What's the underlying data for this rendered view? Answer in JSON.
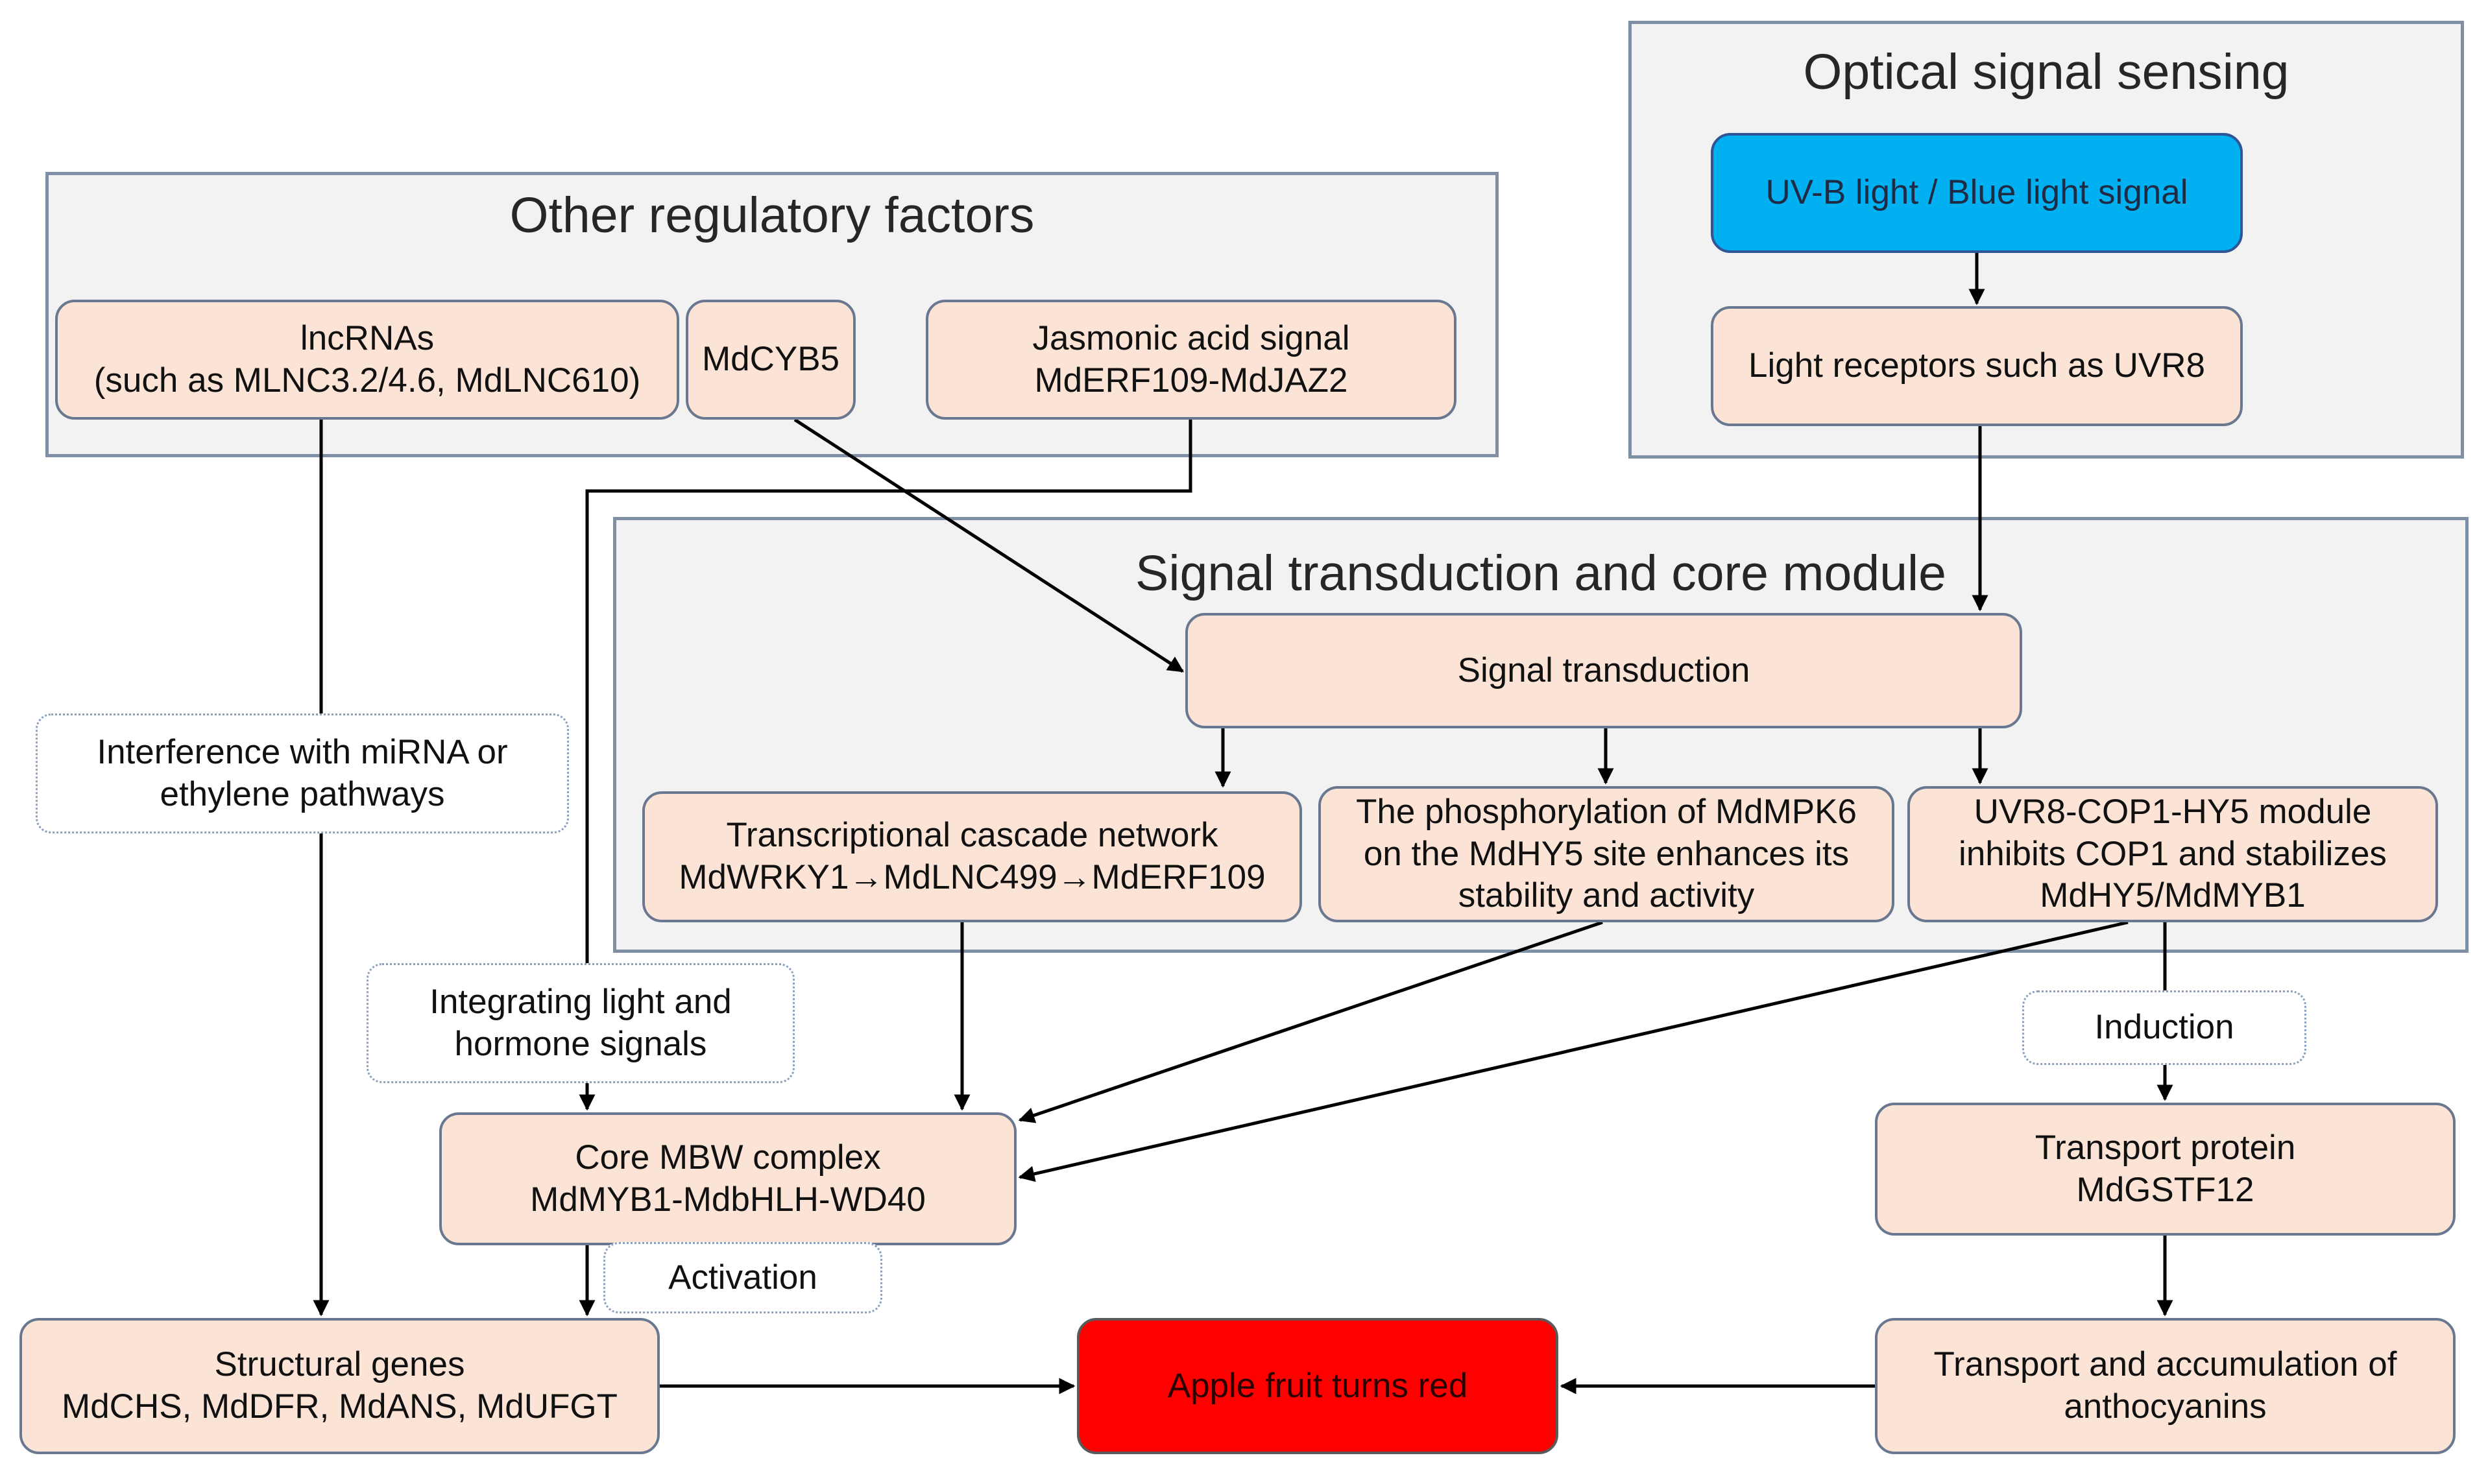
{
  "groups": {
    "optical": "Optical signal sensing",
    "other": "Other regulatory factors",
    "signal": "Signal transduction and core module"
  },
  "nodes": {
    "uvb": "UV-B light / Blue light signal",
    "receptors": "Light receptors such as UVR8",
    "lncrnas": "lncRNAs\n(such as MLNC3.2/4.6, MdLNC610)",
    "mdcyb5": "MdCYB5",
    "jasmonic": "Jasmonic acid signal\nMdERF109-MdJAZ2",
    "signal_transduction": "Signal transduction",
    "cascade": "Transcriptional cascade network\nMdWRKY1→MdLNC499→MdERF109",
    "phosphorylation": "The phosphorylation of MdMPK6\non the MdHY5 site enhances its\nstability and activity",
    "uvr8_module": "UVR8-COP1-HY5 module\ninhibits COP1 and stabilizes\nMdHY5/MdMYB1",
    "mbw": "Core MBW complex\nMdMYB1-MdbHLH-WD40",
    "transport_protein": "Transport protein\nMdGSTF12",
    "structural": "Structural genes\nMdCHS, MdDFR, MdANS, MdUFGT",
    "apple": "Apple fruit turns red",
    "accumulation": "Transport and accumulation of\nanthocyanins"
  },
  "labels": {
    "interference": "Interference with miRNA or\nethylene pathways",
    "integrating": "Integrating light and\nhormone signals",
    "induction": "Induction",
    "activation": "Activation"
  },
  "colors": {
    "peach_fill": "#fbe4d5",
    "blue_fill": "#00b0f0",
    "red_fill": "#ff0000",
    "group_fill": "#f2f2f2",
    "group_border": "#7f8fa6"
  }
}
